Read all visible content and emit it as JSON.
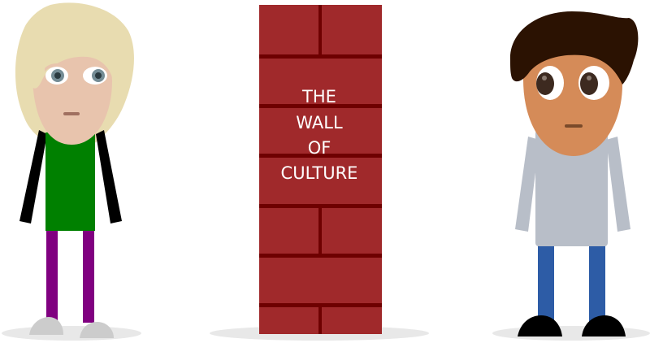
{
  "wall": {
    "text_lines": [
      "THE",
      "WALL",
      "OF",
      "CULTURE"
    ],
    "brick_color": "#a0292b",
    "mortar_color": "#6e0000",
    "text_color": "#ffffff"
  },
  "colors": {
    "shadow": "#e8e8e8",
    "left_hair": "#e8dcb0",
    "left_skin": "#e8c4ad",
    "left_shirt": "#008000",
    "left_pants": "#800080",
    "left_shoes": "#cccccc",
    "right_hair": "#2b1202",
    "right_skin": "#d58b58",
    "right_shirt": "#b8bec8",
    "right_pants": "#2d5ca6",
    "right_shoes": "#000000"
  }
}
